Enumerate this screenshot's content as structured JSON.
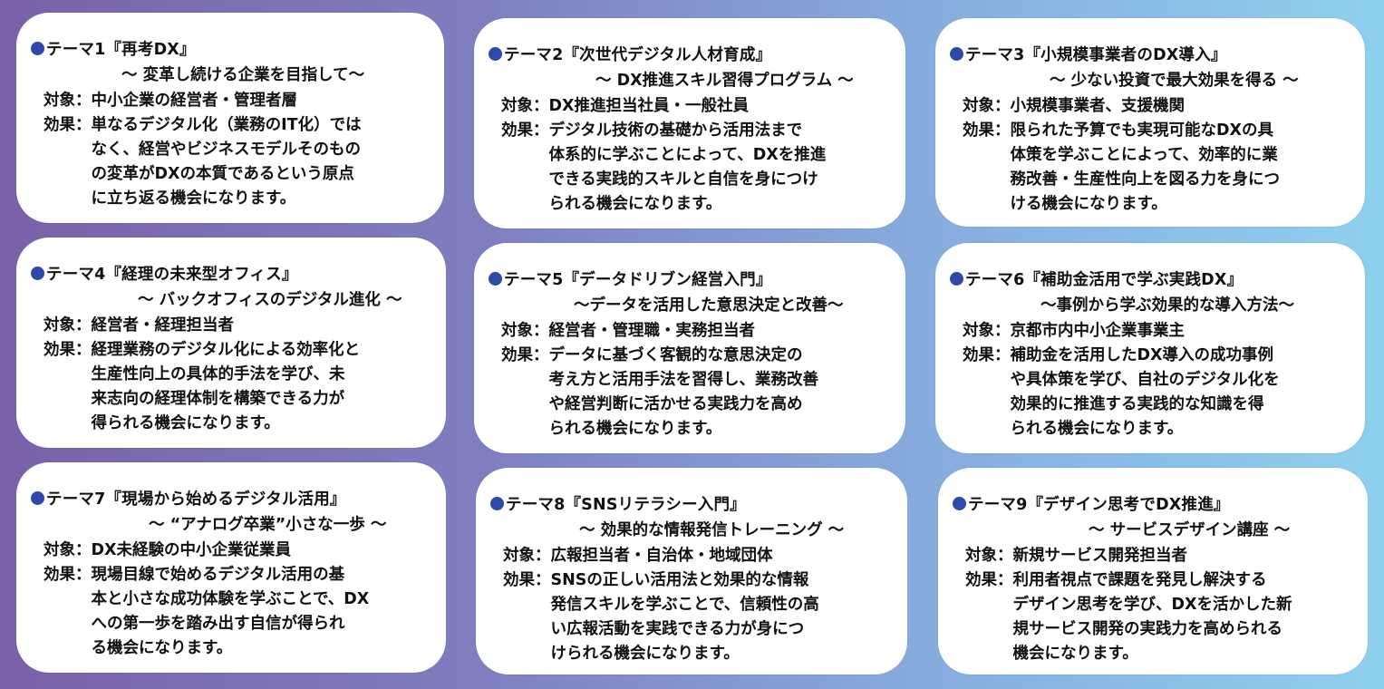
{
  "themes": [
    {
      "title": "テーマ1『再考DX』",
      "subtitle": "～ 変革し続ける企業を目指して～",
      "target_label": "対象：",
      "target": "中小企業の経営者・管理者層",
      "effect_label": "効果：",
      "effect_lines": [
        "単なるデジタル化（業務のIT化）では",
        "なく、経営やビジネスモデルそのもの",
        "の変革がDXの本質であるという原点",
        "に立ち返る機会になります。"
      ]
    },
    {
      "title": "テーマ2『次世代デジタル人材育成』",
      "subtitle": "～ DX推進スキル習得プログラム ～",
      "target_label": "対象：",
      "target": "DX推進担当社員・一般社員",
      "effect_label": "効果：",
      "effect_lines": [
        "デジタル技術の基礎から活用法まで",
        "体系的に学ぶことによって、DXを推進",
        "できる実践的スキルと自信を身につけ",
        "られる機会になります。"
      ]
    },
    {
      "title": "テーマ3『小規模事業者のDX導入』",
      "subtitle": "～ 少ない投資で最大効果を得る ～",
      "target_label": "対象：",
      "target": "小規模事業者、支援機関",
      "effect_label": "効果：",
      "effect_lines": [
        "限られた予算でも実現可能なDXの具",
        "体策を学ぶことによって、効率的に業",
        "務改善・生産性向上を図る力を身につ",
        "ける機会になります。"
      ]
    },
    {
      "title": "テーマ4『経理の未来型オフィス』",
      "subtitle": "～ バックオフィスのデジタル進化 ～",
      "target_label": "対象：",
      "target": "経営者・経理担当者",
      "effect_label": "効果：",
      "effect_lines": [
        "経理業務のデジタル化による効率化と",
        "生産性向上の具体的手法を学び、未",
        "来志向の経理体制を構築できる力が",
        "得られる機会になります。"
      ]
    },
    {
      "title": "テーマ5『データドリブン経営入門』",
      "subtitle": "～データを活用した意思決定と改善～",
      "target_label": "対象：",
      "target": "経営者・管理職・実務担当者",
      "effect_label": "効果：",
      "effect_lines": [
        "データに基づく客観的な意思決定の",
        "考え方と活用手法を習得し、業務改善",
        "や経営判断に活かせる実践力を高め",
        "られる機会になります。"
      ]
    },
    {
      "title": "テーマ6『補助金活用で学ぶ実践DX』",
      "subtitle": "～事例から学ぶ効果的な導入方法～",
      "target_label": "対象：",
      "target": "京都市内中小企業事業主",
      "effect_label": "効果：",
      "effect_lines": [
        "補助金を活用したDX導入の成功事例",
        "や具体策を学び、自社のデジタル化を",
        "効果的に推進する実践的な知識を得",
        "られる機会になります。"
      ]
    },
    {
      "title": "テーマ7『現場から始めるデジタル活用』",
      "subtitle": "～ “アナログ卒業”小さな一歩 ～",
      "target_label": "対象：",
      "target": "DX未経験の中小企業従業員",
      "effect_label": "効果：",
      "effect_lines": [
        "現場目線で始めるデジタル活用の基",
        "本と小さな成功体験を学ぶことで、DX",
        "への第一歩を踏み出す自信が得られ",
        "る機会になります。"
      ]
    },
    {
      "title": "テーマ8『SNSリテラシー入門』",
      "subtitle": "～ 効果的な情報発信トレーニング ～",
      "target_label": "対象：",
      "target": "広報担当者・自治体・地域団体",
      "effect_label": "効果：",
      "effect_lines": [
        "SNSの正しい活用法と効果的な情報",
        "発信スキルを学ぶことで、信頼性の高",
        "い広報活動を実践できる力が身につ",
        "けられる機会になります。"
      ]
    },
    {
      "title": "テーマ9『デザイン思考でDX推進』",
      "subtitle": "～ サービスデザイン講座 ～",
      "target_label": "対象：",
      "target": "新規サービス開発担当者",
      "effect_label": "効果：",
      "effect_lines": [
        "利用者視点で課題を発見し解決する",
        "デザイン思考を学び、DXを活かした新",
        "規サービス開発の実践力を高められる",
        "機会になります。"
      ]
    }
  ]
}
